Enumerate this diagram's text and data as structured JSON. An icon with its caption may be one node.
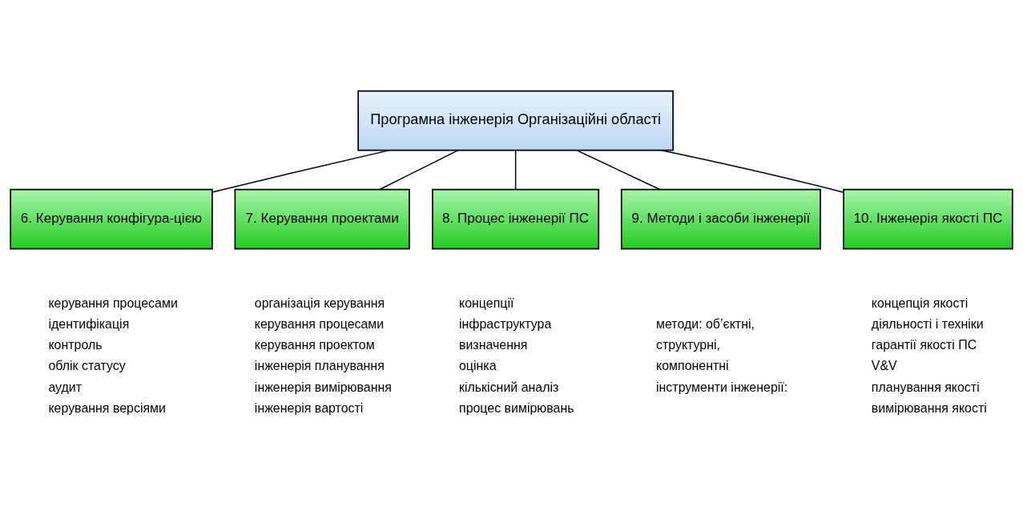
{
  "diagram": {
    "nodes": [
      {
        "text": [
          "Програмна інженерія Організаційні області"
        ]
      },
      {
        "text": [
          "6. Керування конфігура-цією"
        ],
        "beside": [
          "керування процесами",
          "ідентифікація",
          "контроль",
          "облік статусу",
          "аудит",
          "керування версіями"
        ]
      },
      {
        "text": [
          "7. Керування проектами"
        ],
        "beside": [
          "організація керування",
          "керування процесами",
          "керування проектом",
          "інженерія планування",
          "інженерія вимірювання",
          "інженерія вартості"
        ]
      },
      {
        "text": [
          "8. Процес інженерії ПС"
        ],
        "beside": [
          "концепції",
          "інфраструктура",
          "визначення",
          "оцінка",
          "кількісний аналіз",
          "процес вимірювань"
        ]
      },
      {
        "text": [
          "9. Методи і засоби інженерії"
        ],
        "beside": [
          "методи: об’єктні,",
          "структурні,",
          "компонентні",
          "інструменти інженерії:"
        ]
      },
      {
        "text": [
          "10. Інженерія якості ПС"
        ],
        "beside": [
          "концепція якості",
          "діяльності і техніки",
          "гарантії якості ПС",
          "V&V",
          "планування якості",
          "вимірювання якості"
        ]
      }
    ],
    "edges": [
      {
        "from": 0,
        "to": 1,
        "arrow": "none"
      },
      {
        "from": 0,
        "to": 2,
        "arrow": "none"
      },
      {
        "from": 0,
        "to": 3,
        "arrow": "none"
      },
      {
        "from": 0,
        "to": 4,
        "arrow": "none"
      },
      {
        "from": 0,
        "to": 5,
        "arrow": "none"
      }
    ]
  }
}
